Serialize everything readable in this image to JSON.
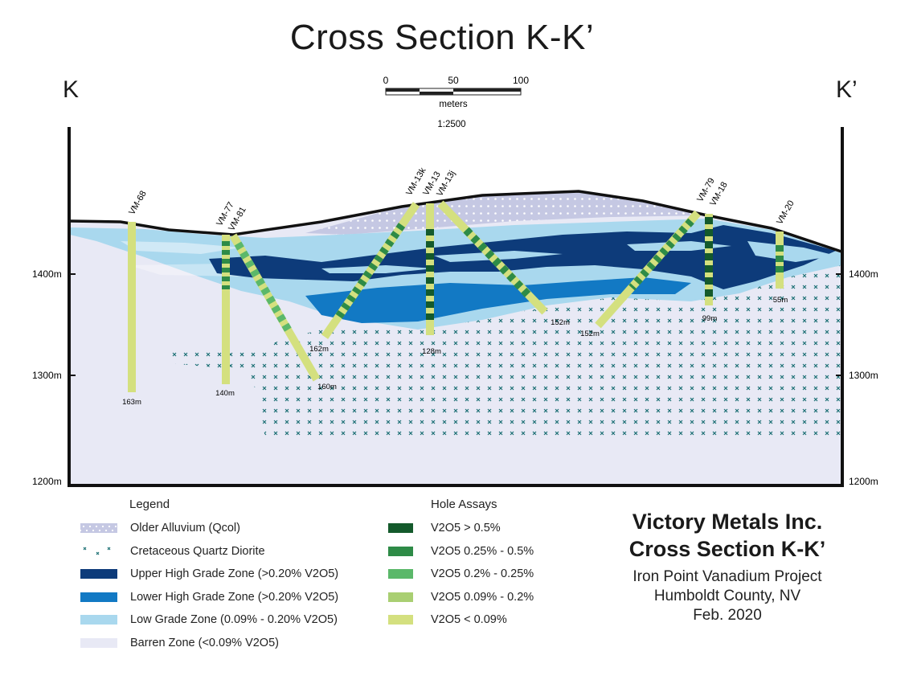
{
  "header": {
    "title": "Cross Section K-K’",
    "left_marker": "K",
    "right_marker": "K’"
  },
  "scale_bar": {
    "ticks": [
      "0",
      "50",
      "100"
    ],
    "unit": "meters",
    "ratio": "1:2500"
  },
  "elevation_labels": {
    "left": [
      "1400m",
      "1300m",
      "1200m"
    ],
    "right": [
      "1400m",
      "1300m",
      "1200m"
    ]
  },
  "drill_holes": [
    {
      "name": "VM-68",
      "depth": "163m"
    },
    {
      "name": "VM-77",
      "depth": "140m"
    },
    {
      "name": "VM-81",
      "depth": "160m"
    },
    {
      "name": "VM-13k",
      "depth": "162m"
    },
    {
      "name": "VM-13",
      "depth": "128m"
    },
    {
      "name": "VM-13j",
      "depth": "152m"
    },
    {
      "name": "VM-79",
      "depth": "152m"
    },
    {
      "name": "VM-18",
      "depth": "99m"
    },
    {
      "name": "VM-20",
      "depth": "55m"
    }
  ],
  "legend": {
    "heading": "Legend",
    "items": [
      {
        "label": "Older Alluvium (Qcol)",
        "color": "#c5c8e3",
        "icon": "dotted-swatch"
      },
      {
        "label": "Cretaceous Quartz Diorite",
        "color": "#1b6f73",
        "icon": "x-marks"
      },
      {
        "label": "Upper High Grade Zone (>0.20% V2O5)",
        "color": "#0d3b7a"
      },
      {
        "label": "Lower High Grade Zone (>0.20% V2O5)",
        "color": "#1279c4"
      },
      {
        "label": "Low Grade Zone (0.09% - 0.20% V2O5)",
        "color": "#a9d8ee"
      },
      {
        "label": "Barren Zone (<0.09% V2O5)",
        "color": "#e8e9f5"
      }
    ]
  },
  "assay_legend": {
    "heading": "Hole Assays",
    "items": [
      {
        "label": "V2O5 > 0.5%",
        "color": "#145a2c"
      },
      {
        "label": "V2O5 0.25% - 0.5%",
        "color": "#2e8b47"
      },
      {
        "label": "V2O5 0.2% - 0.25%",
        "color": "#5bb86a"
      },
      {
        "label": "V2O5 0.09% - 0.2%",
        "color": "#a9cf72"
      },
      {
        "label": "V2O5 < 0.09%",
        "color": "#d4e07f"
      }
    ]
  },
  "company": {
    "name": "Victory Metals Inc.",
    "section": "Cross Section K-K’",
    "project": "Iron Point Vanadium Project",
    "county": "Humboldt County, NV",
    "date": "Feb. 2020"
  }
}
